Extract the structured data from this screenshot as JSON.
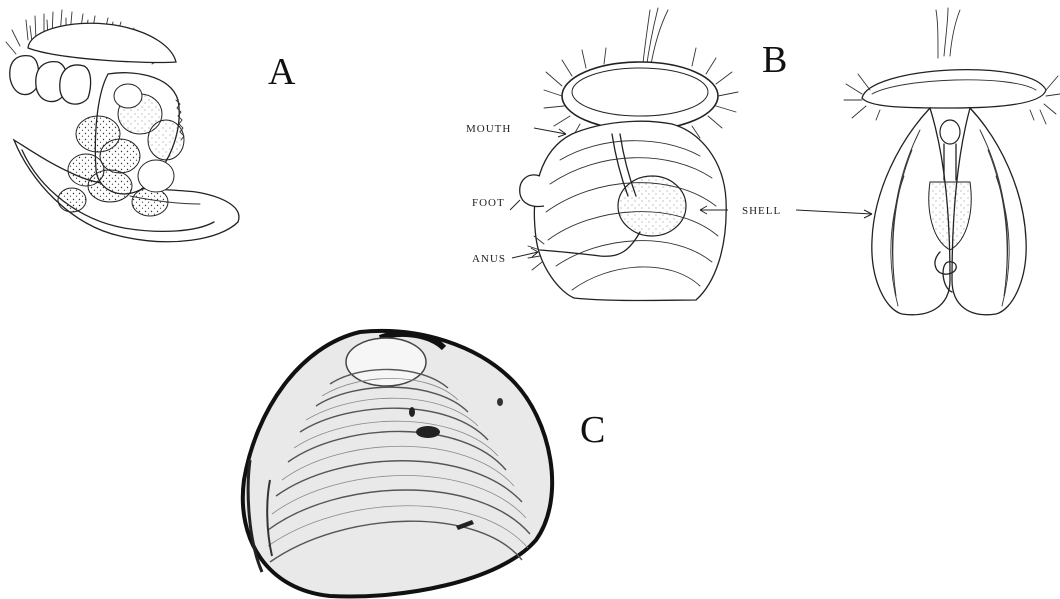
{
  "panels": {
    "a": {
      "letter": "A"
    },
    "b": {
      "letter": "B",
      "labels": {
        "mouth": "MOUTH",
        "foot": "FOOT",
        "anus": "ANUS",
        "shell": "SHELL"
      }
    },
    "c": {
      "letter": "C"
    }
  }
}
